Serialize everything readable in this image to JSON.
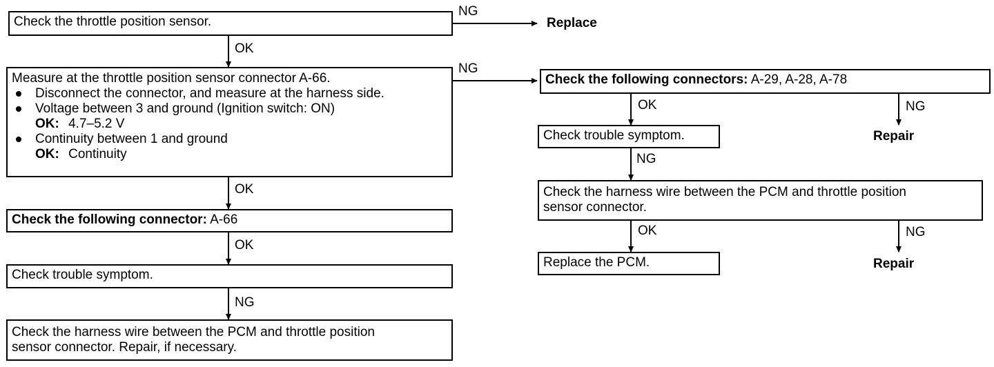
{
  "left": {
    "box1": "Check the throttle position sensor.",
    "box2": {
      "title": "Measure at the throttle position sensor connector A-66.",
      "bullet1": "Disconnect the connector, and measure at the harness side.",
      "bullet2": "Voltage between 3 and ground (Ignition switch: ON)",
      "ok_label": "OK:",
      "ok2_value": "4.7–5.2 V",
      "bullet3": "Continuity between 1 and ground",
      "ok3_value": "Continuity"
    },
    "box3": {
      "bold": "Check the following connector:",
      "value": "A-66"
    },
    "box4": "Check trouble symptom.",
    "box5": {
      "line1": "Check the harness wire between the PCM and throttle position",
      "line2": "sensor connector. Repair, if necessary."
    }
  },
  "right": {
    "box1": {
      "bold": "Check the following connectors:",
      "value": "A-29, A-28, A-78"
    },
    "box2": "Check trouble symptom.",
    "box3": {
      "line1": "Check the harness wire between the PCM and throttle position",
      "line2": "sensor connector."
    },
    "box4": "Replace the PCM."
  },
  "outcomes": {
    "replace": "Replace",
    "repair_top": "Repair",
    "repair_bottom": "Repair"
  },
  "labels": {
    "ok": "OK",
    "ng": "NG"
  }
}
